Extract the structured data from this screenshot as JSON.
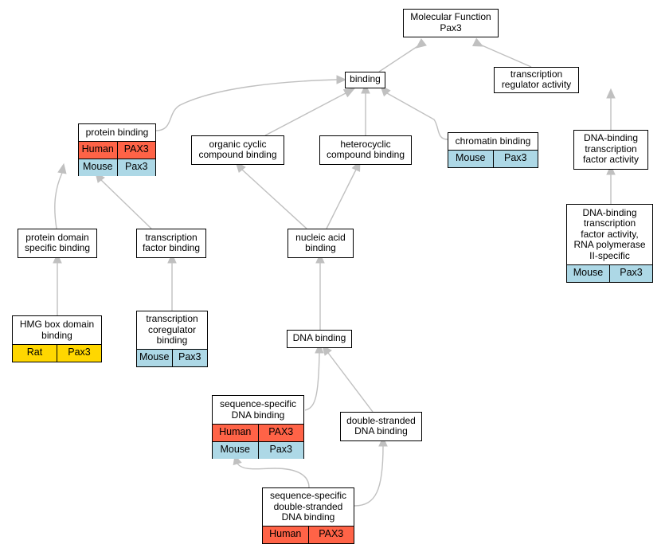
{
  "colors": {
    "human": "#ff6347",
    "mouse": "#add8e6",
    "rat": "#ffd700",
    "edge": "#c0c0c0"
  },
  "nodes": {
    "mf": {
      "label": "Molecular Function\nPax3"
    },
    "binding": {
      "label": "binding"
    },
    "tra": {
      "label": "transcription\nregulator activity"
    },
    "prot": {
      "label": "protein binding",
      "rows": [
        {
          "species": "Human",
          "gene": "PAX3"
        },
        {
          "species": "Mouse",
          "gene": "Pax3"
        }
      ]
    },
    "ocb": {
      "label": "organic cyclic\ncompound binding"
    },
    "hcb": {
      "label": "heterocyclic\ncompound binding"
    },
    "chrom": {
      "label": "chromatin binding",
      "rows": [
        {
          "species": "Mouse",
          "gene": "Pax3"
        }
      ]
    },
    "dbtf": {
      "label": "DNA-binding\ntranscription\nfactor activity"
    },
    "pdsb": {
      "label": "protein domain\nspecific binding"
    },
    "tfb": {
      "label": "transcription\nfactor binding"
    },
    "nab": {
      "label": "nucleic acid\nbinding"
    },
    "dbtf2": {
      "label": "DNA-binding\ntranscription\nfactor activity,\nRNA polymerase\nII-specific",
      "rows": [
        {
          "species": "Mouse",
          "gene": "Pax3"
        }
      ]
    },
    "hmg": {
      "label": "HMG box domain\nbinding",
      "rows": [
        {
          "species": "Rat",
          "gene": "Pax3"
        }
      ]
    },
    "tcb": {
      "label": "transcription\ncoregulator\nbinding",
      "rows": [
        {
          "species": "Mouse",
          "gene": "Pax3"
        }
      ]
    },
    "dna": {
      "label": "DNA binding"
    },
    "ssdna": {
      "label": "sequence-specific\nDNA binding",
      "rows": [
        {
          "species": "Human",
          "gene": "PAX3"
        },
        {
          "species": "Mouse",
          "gene": "Pax3"
        }
      ]
    },
    "dsdna": {
      "label": "double-stranded\nDNA binding"
    },
    "ssds": {
      "label": "sequence-specific\ndouble-stranded\nDNA binding",
      "rows": [
        {
          "species": "Human",
          "gene": "PAX3"
        }
      ]
    }
  }
}
